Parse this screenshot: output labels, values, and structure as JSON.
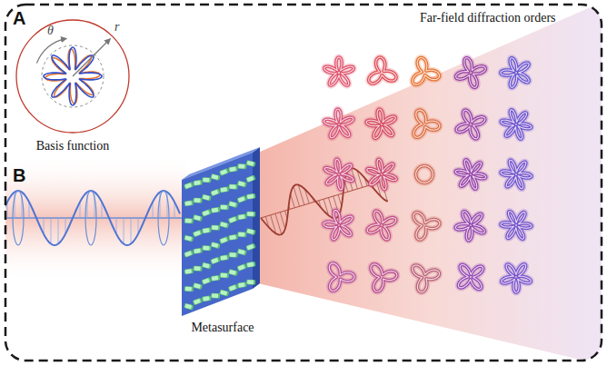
{
  "diagram": {
    "nodes": [
      {
        "text": [
          "Basis function"
        ]
      },
      {
        "text": [
          "Metasurface"
        ]
      }
    ],
    "labels": [
      "A",
      "θ",
      "r",
      "B",
      "Far-field diffraction orders"
    ]
  }
}
